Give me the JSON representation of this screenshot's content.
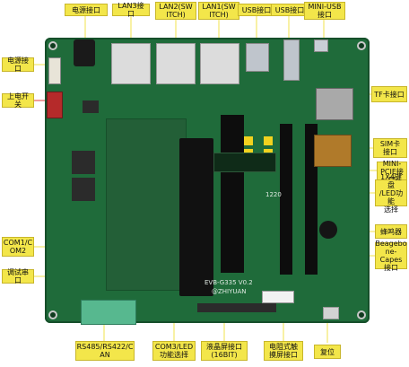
{
  "callouts": {
    "top_power": "电源接口",
    "top_lan3": "LAN3接口",
    "top_lan2": "LAN2(SW\nITCH)",
    "top_lan1": "LAN1(SW\nITCH)",
    "top_usb1": "USB接口",
    "top_usb2": "USB接口",
    "top_mini_usb": "MINI-USB\n接口",
    "left_power": "电源接口",
    "left_switch": "上电开关",
    "left_com": "COM1/C\nOM2",
    "left_debug": "调试串口",
    "right_tf": "TF卡接口",
    "right_sim": "SIM卡\n接口",
    "right_minipcie": "MINI-\nPCIE接口",
    "right_keypad": "1X4键盘\n/LED功能\n选择",
    "right_buzzer": "蜂鸣器",
    "right_capes": "Beagebo\nne-Capes\n接口",
    "bottom_rs485": "RS485/RS422/C\nAN",
    "bottom_com3": "COM3/LED\n功能选择",
    "bottom_lcd": "液晶屏接口\n(16BIT)",
    "bottom_touch": "电阻式触\n摸屏接口",
    "bottom_reset": "复位"
  },
  "silkscreen": {
    "model": "EVB-G335 V0.2",
    "sub": "@ZHIYUAN",
    "chip_id": "1220"
  },
  "colors": {
    "board": "#1f6b3a",
    "label_bg": "#f3e64a",
    "leader": "#f2e34b"
  }
}
